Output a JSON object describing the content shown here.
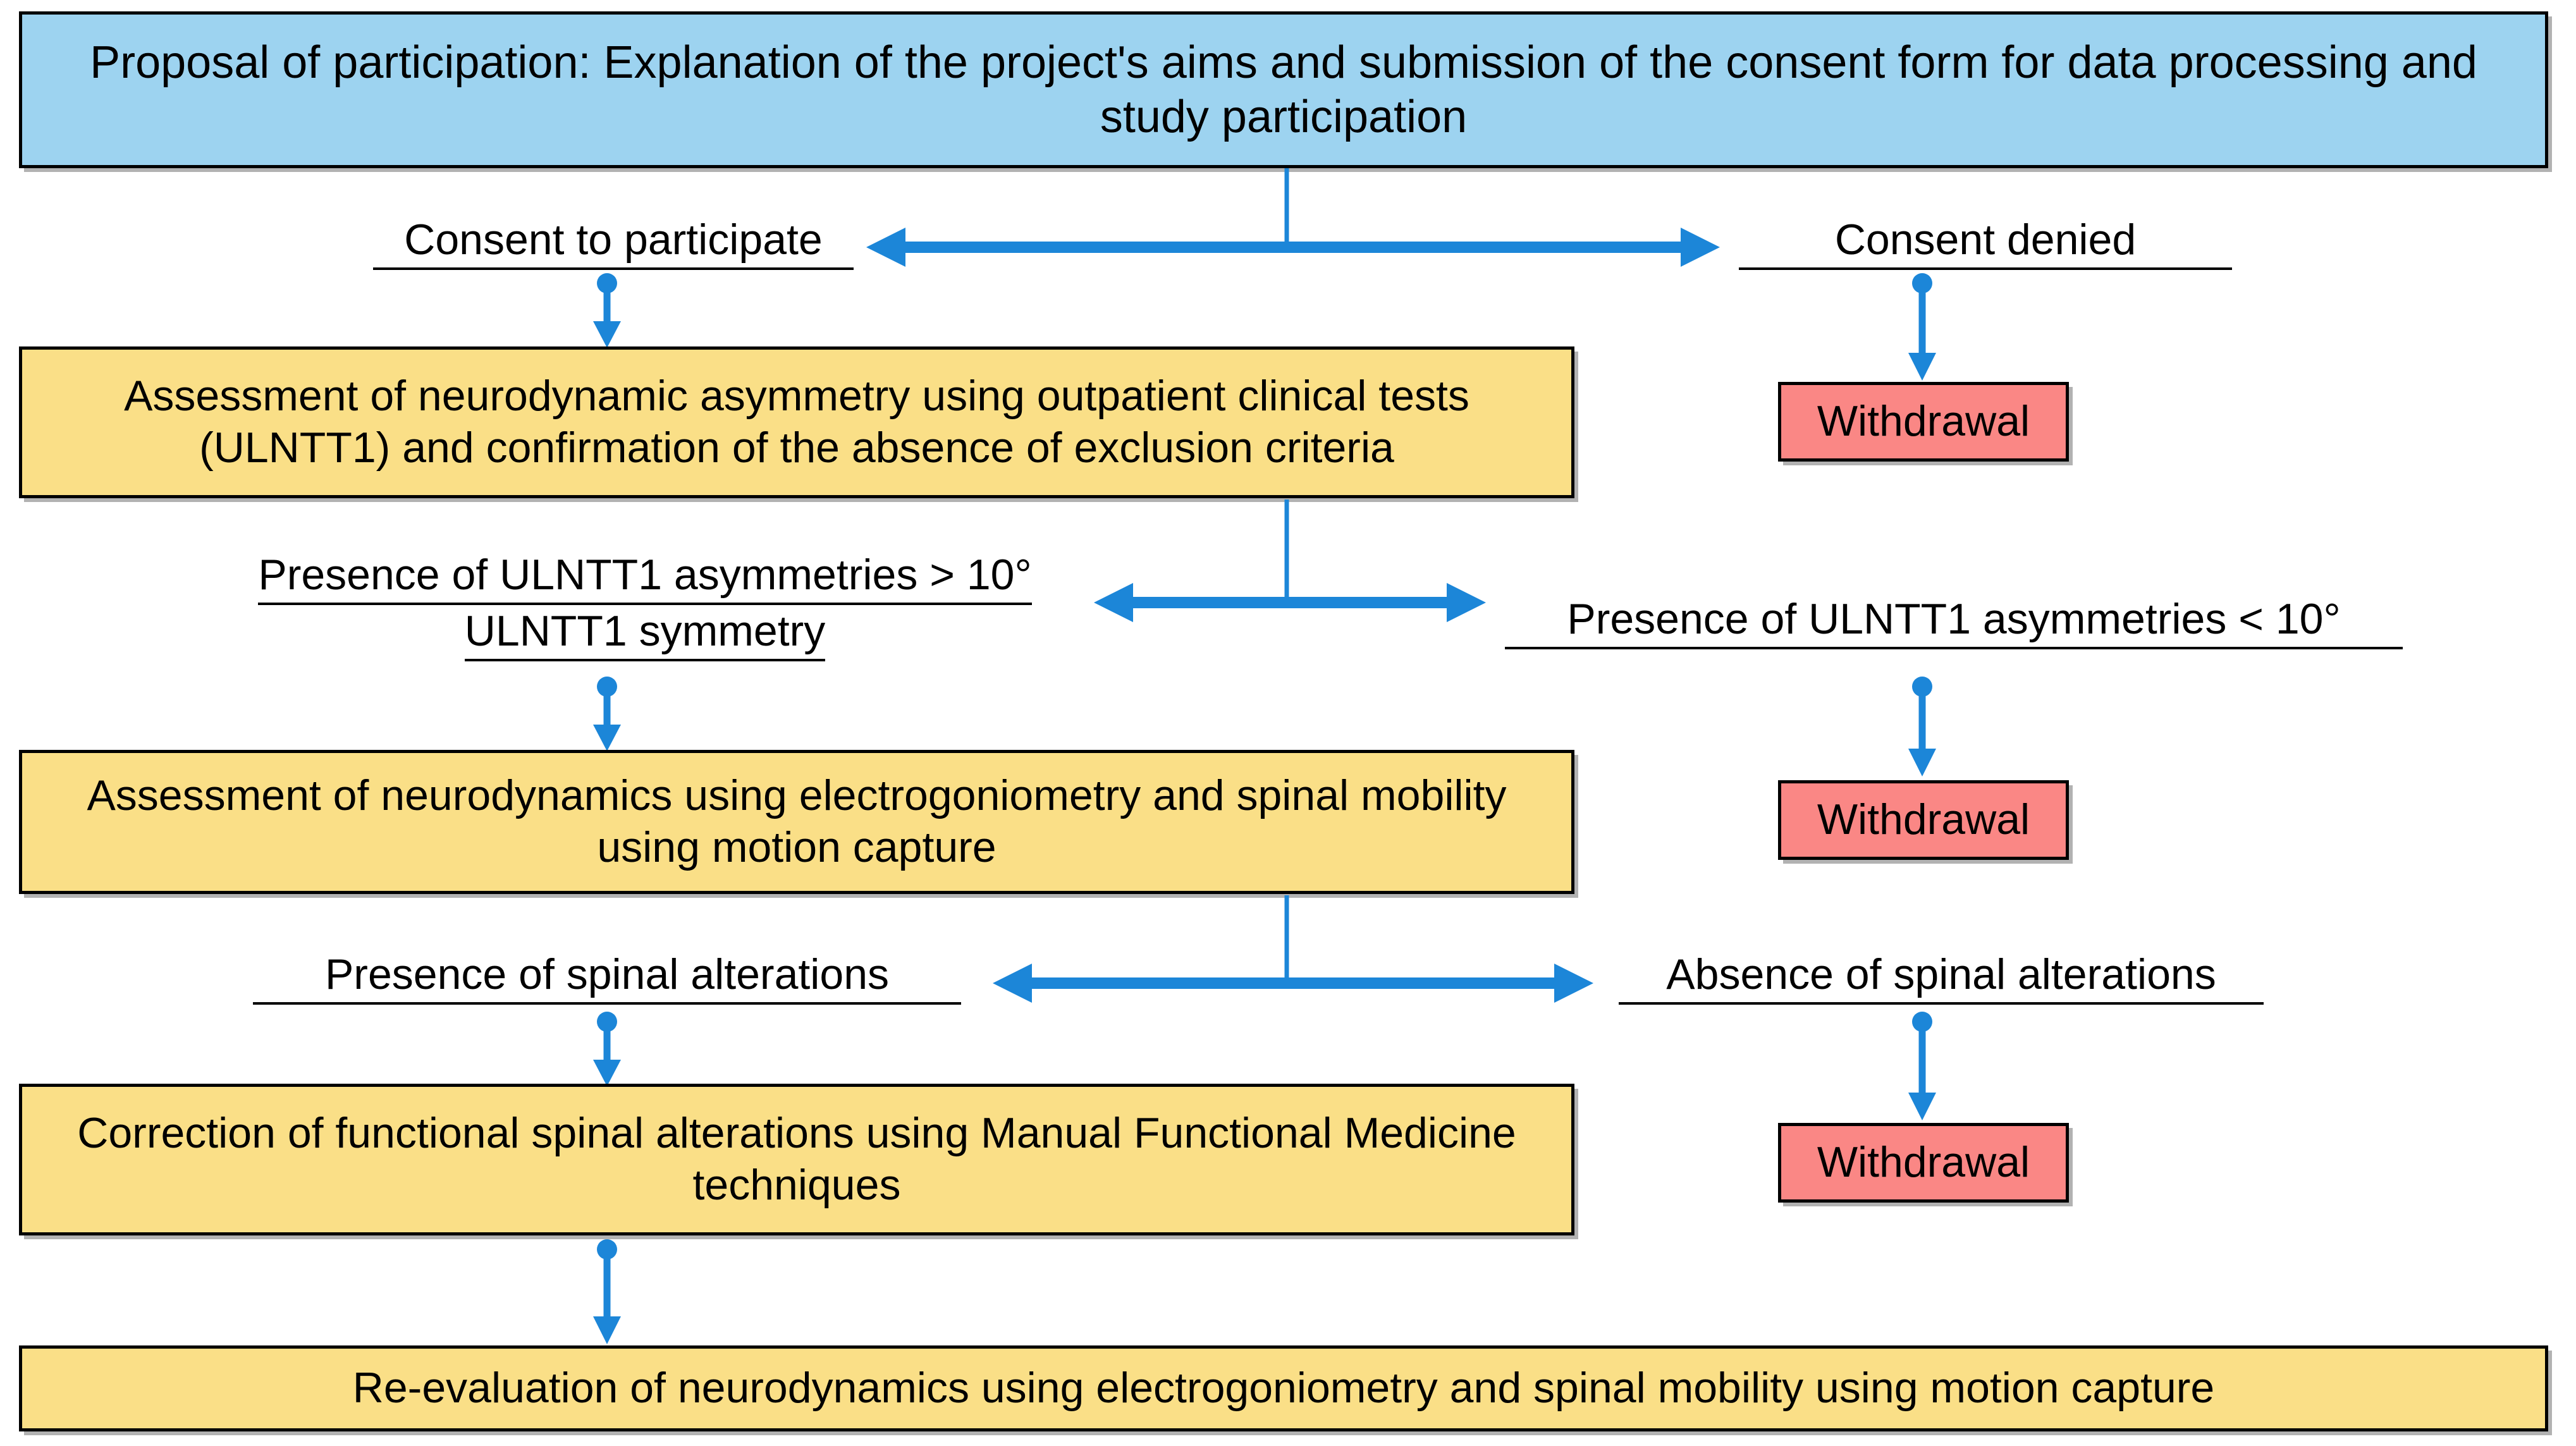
{
  "diagram": {
    "title": "Study participation flowchart",
    "colors": {
      "header_fill": "#9DD3F0",
      "process_fill": "#FADF87",
      "terminal_fill": "#FA8785",
      "connector": "#1C86D8",
      "border": "#000000"
    },
    "nodes": {
      "proposal": "Proposal of participation: Explanation of the project's aims and submission of the consent form for data processing and study participation",
      "assessment_ulntt1": "Assessment of neurodynamic asymmetry using outpatient clinical tests (ULNTT1) and confirmation of the absence of exclusion criteria",
      "assessment_electro": "Assessment of neurodynamics using electrogoniometry and spinal mobility using motion capture",
      "correction": "Correction of functional spinal alterations using Manual Functional Medicine techniques",
      "reevaluation": "Re-evaluation of neurodynamics using electrogoniometry and spinal mobility using motion capture",
      "withdrawal_1": "Withdrawal",
      "withdrawal_2": "Withdrawal",
      "withdrawal_3": "Withdrawal"
    },
    "branches": {
      "consent_yes": "Consent to participate",
      "consent_no": "Consent denied",
      "asym_yes_line1": "Presence of ULNTT1 asymmetries > 10°",
      "asym_yes_line2": "ULNTT1 symmetry",
      "asym_no": "Presence of ULNTT1 asymmetries < 10°",
      "spinal_yes": "Presence of spinal alterations",
      "spinal_no": "Absence of spinal alterations"
    },
    "connectors": {
      "split_1": "split-arrow-consent",
      "split_2": "split-arrow-ulntt1",
      "split_3": "split-arrow-spinal",
      "down_consent_yes": "arrow-consent-yes-down",
      "down_consent_no": "arrow-consent-no-down",
      "down_asym_yes": "arrow-asymmetry-yes-down",
      "down_asym_no": "arrow-asymmetry-no-down",
      "down_spinal_yes": "arrow-spinal-yes-down",
      "down_spinal_no": "arrow-spinal-no-down",
      "down_correction": "arrow-correction-to-reevaluation"
    }
  }
}
